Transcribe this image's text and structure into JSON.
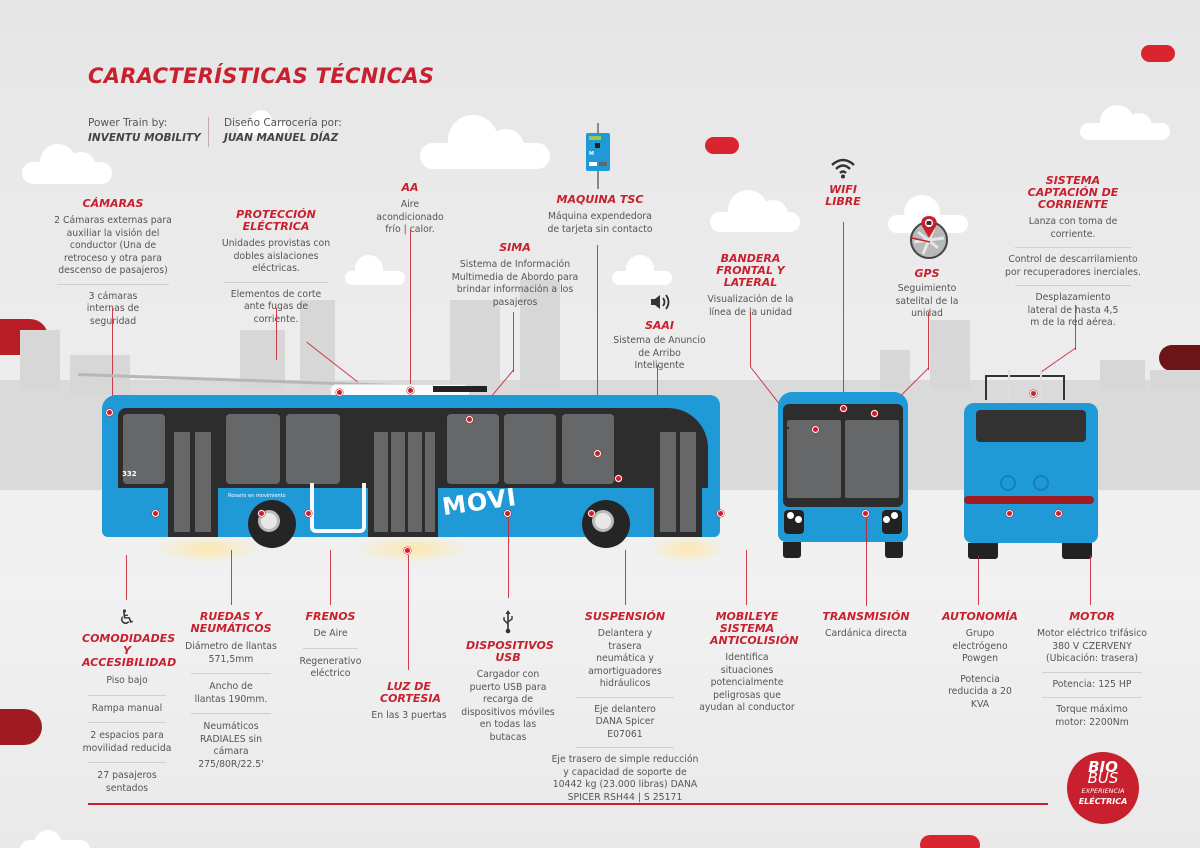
{
  "title": "CARACTERÍSTICAS TÉCNICAS",
  "credits": {
    "powertrain_label": "Power Train by:",
    "powertrain_value": "INVENTU MOBILITY",
    "design_label": "Diseño Carrocería por:",
    "design_value": "JUAN MANUEL DÍAZ"
  },
  "bus": {
    "brand": "MOVI",
    "unit_number": "332",
    "slogan": "Rosario en movimiento"
  },
  "top_features": {
    "camaras": {
      "title": "CÁMARAS",
      "items": [
        "2 Cámaras externas para auxiliar la visión del conductor (Una de retroceso y otra para descenso de pasajeros)",
        "3 cámaras internas de seguridad"
      ]
    },
    "proteccion": {
      "title": "PROTECCIÓN ELÉCTRICA",
      "items": [
        "Unidades provistas con dobles aislaciones eléctricas.",
        "Elementos de corte ante fugas de corriente."
      ]
    },
    "aa": {
      "title": "AA",
      "items": [
        "Aire acondicionado frío | calor."
      ]
    },
    "sima": {
      "title": "SIMA",
      "items": [
        "Sistema de Información Multimedia de Abordo para brindar información a los pasajeros"
      ]
    },
    "tsc": {
      "title": "MAQUINA TSC",
      "items": [
        "Máquina expendedora de tarjeta sin contacto"
      ]
    },
    "saai": {
      "title": "SAAI",
      "items": [
        "Sistema de Anuncio de Arribo Inteligente"
      ]
    },
    "bandera": {
      "title": "BANDERA FRONTAL Y LATERAL",
      "items": [
        "Visualización de la línea de la unidad"
      ]
    },
    "wifi": {
      "title": "WIFI LIBRE",
      "items": []
    },
    "gps": {
      "title": "GPS",
      "items": [
        "Seguimiento satelital de la unidad"
      ]
    },
    "captacion": {
      "title": "SISTEMA CAPTACIÓN DE CORRIENTE",
      "items": [
        "Lanza con toma de corriente.",
        "Control de descarrilamiento por recuperadores inerciales.",
        "Desplazamiento lateral de hasta 4,5 m de la red aérea."
      ]
    }
  },
  "bottom_features": {
    "comodidades": {
      "title": "COMODIDADES Y ACCESIBILIDAD",
      "items": [
        "Piso bajo",
        "Rampa manual",
        "2 espacios para movilidad reducida",
        "27 pasajeros sentados"
      ]
    },
    "ruedas": {
      "title": "RUEDAS Y NEUMÁTICOS",
      "items": [
        "Diámetro de llantas 571,5mm",
        "Ancho de llantas 190mm.",
        "Neumáticos RADIALES sin cámara 275/80R/22.5'"
      ]
    },
    "frenos": {
      "title": "FRENOS",
      "items": [
        "De Aire",
        "Regenerativo eléctrico"
      ]
    },
    "luz": {
      "title": "LUZ DE CORTESIA",
      "items": [
        "En las 3 puertas"
      ]
    },
    "usb": {
      "title": "DISPOSITIVOS USB",
      "items": [
        "Cargador con puerto USB para recarga de dispositivos móviles en todas las butacas"
      ]
    },
    "suspension": {
      "title": "SUSPENSIÓN",
      "items": [
        "Delantera y trasera neumática y amortiguadores hidráulicos",
        "Eje delantero DANA Spicer E07061",
        "Eje trasero de simple reducción y capacidad de soporte de 10442 kg (23.000 libras) DANA SPICER RSH44 | S 25171"
      ]
    },
    "mobileye": {
      "title": "MOBILEYE SISTEMA ANTICOLISIÓN",
      "items": [
        "Identifica situaciones potencialmente peligrosas que ayudan al conductor"
      ]
    },
    "transmision": {
      "title": "TRANSMISIÓN",
      "items": [
        "Cardánica directa"
      ]
    },
    "autonomia": {
      "title": "AUTONOMÍA",
      "items": [
        "Grupo electrógeno Powgen",
        "Potencia reducida a 20 KVA"
      ]
    },
    "motor": {
      "title": "MOTOR",
      "items": [
        "Motor eléctrico trifásico 380 V CZERVENY (Ubicación: trasera)",
        "Potencia: 125 HP",
        "Torque máximo motor: 2200Nm"
      ]
    }
  },
  "badge": {
    "line1": "BIO",
    "line2": "BUS",
    "line3": "EXPERIENCIA",
    "line4": "ELÉCTRICA"
  },
  "icons": {
    "wheelchair": "♿",
    "usb": "⭍",
    "speaker": "🔊",
    "wifi": "wifi"
  },
  "colors": {
    "accent": "#c8202e",
    "bus_blue": "#1f9ad6",
    "background": "#ececed"
  }
}
